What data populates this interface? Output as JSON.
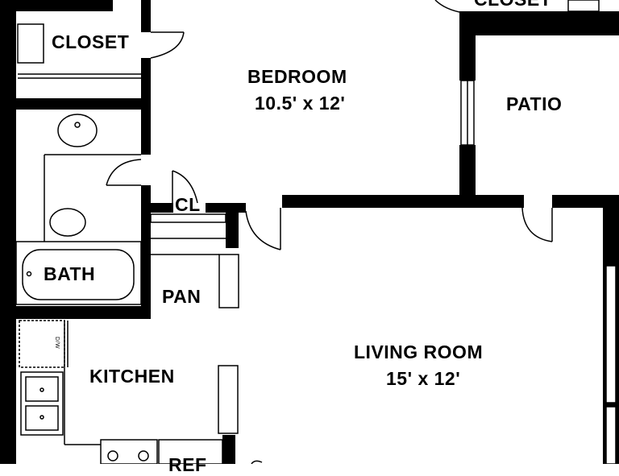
{
  "rooms": {
    "closet_top": "CLOSET",
    "closet": "CLOSET",
    "bedroom": {
      "name": "BEDROOM",
      "size": "10.5' x 12'"
    },
    "patio": "PATIO",
    "cl": "CL",
    "bath": "BATH",
    "pantry": "PAN",
    "kitchen": "KITCHEN",
    "living": {
      "name": "LIVING ROOM",
      "size": "15'  x 12'"
    },
    "dishwasher": "D/W",
    "refrigerator": "REF"
  },
  "colors": {
    "wall": "#000000",
    "line": "#000000",
    "background": "#ffffff"
  }
}
